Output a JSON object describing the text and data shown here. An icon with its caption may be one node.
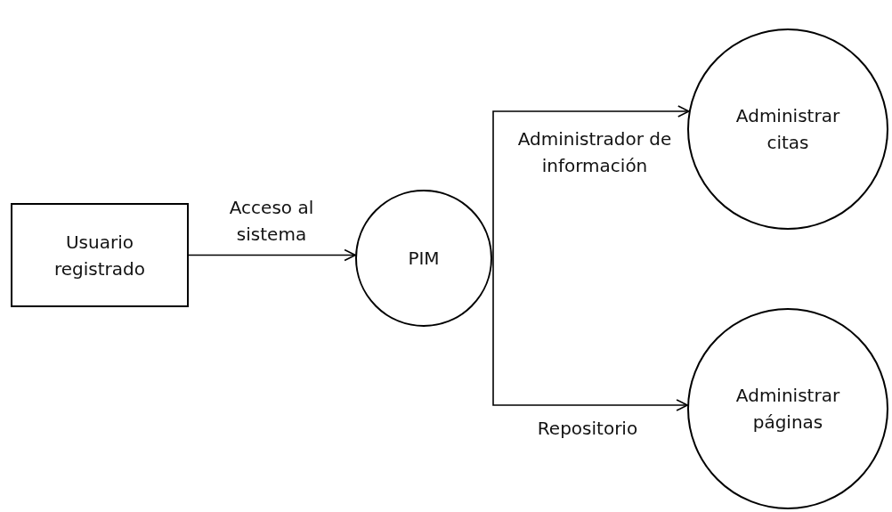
{
  "diagram": {
    "nodes": [
      {
        "text": [
          "Usuario registrado"
        ]
      },
      {
        "text": [
          "PIM"
        ]
      },
      {
        "text": [
          "Administrar citas"
        ]
      },
      {
        "text": [
          "Administrar páginas"
        ]
      }
    ],
    "edges": [
      {
        "from": 0,
        "to": 1,
        "arrow": "to",
        "label": "Acceso al sistema"
      },
      {
        "from": 1,
        "to": 2,
        "arrow": "to",
        "label": "Administrador de información"
      },
      {
        "from": 1,
        "to": 3,
        "arrow": "to",
        "label": "Repositorio"
      }
    ]
  }
}
